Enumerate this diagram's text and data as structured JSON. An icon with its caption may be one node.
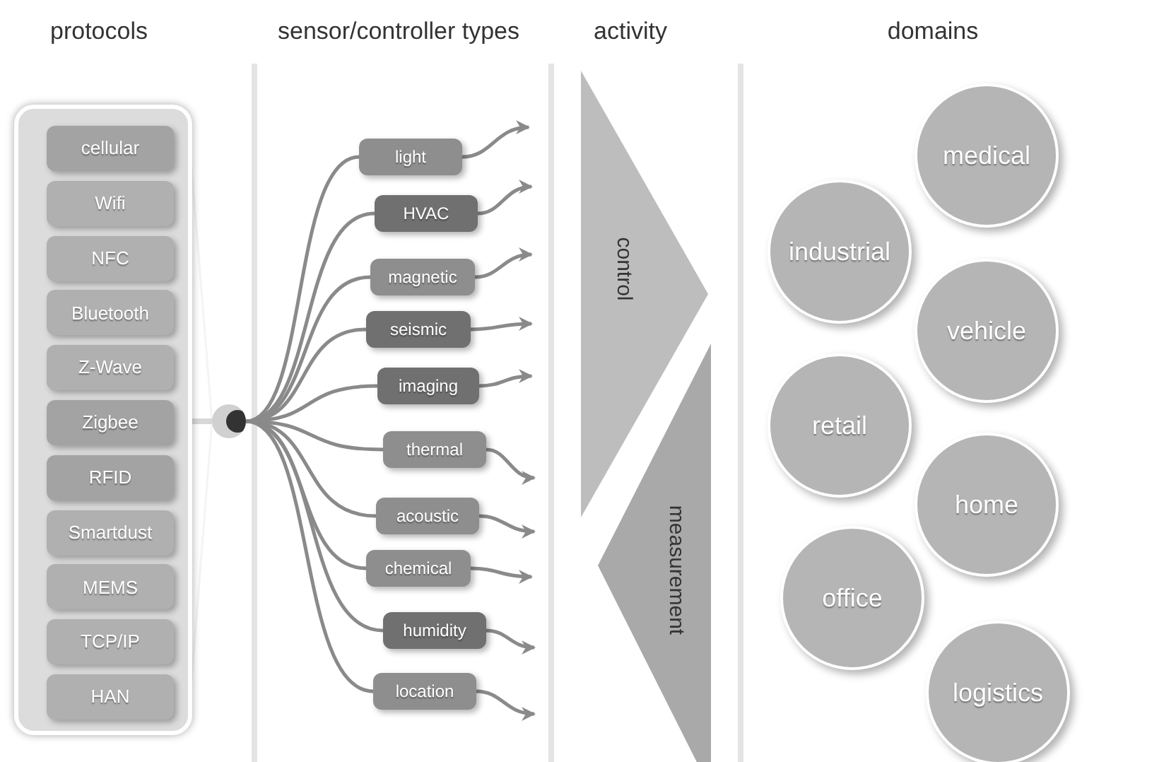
{
  "diagram": {
    "nodes": [
      {
        "text": [],
        "shape": "box"
      },
      {
        "text": [
          "cellular"
        ],
        "in": 0
      },
      {
        "text": [
          "Wifi"
        ],
        "in": 0
      },
      {
        "text": [
          "NFC"
        ],
        "in": 0
      },
      {
        "text": [
          "Bluetooth"
        ],
        "in": 0
      },
      {
        "text": [
          "Z-Wave"
        ],
        "in": 0
      },
      {
        "text": [
          "Zigbee"
        ],
        "in": 0
      },
      {
        "text": [
          "RFID"
        ],
        "in": 0
      },
      {
        "text": [
          "Smartdust"
        ],
        "in": 0
      },
      {
        "text": [
          "MEMS"
        ],
        "in": 0
      },
      {
        "text": [
          "TCP/IP"
        ],
        "in": 0
      },
      {
        "text": [
          "HAN"
        ],
        "in": 0
      },
      {
        "text": [],
        "shape": "circle"
      },
      {
        "text": [
          "light"
        ]
      },
      {
        "text": [
          "HVAC"
        ]
      },
      {
        "text": [
          "magnetic"
        ]
      },
      {
        "text": [
          "seismic"
        ]
      },
      {
        "text": [
          "imaging"
        ]
      },
      {
        "text": [
          "thermal"
        ]
      },
      {
        "text": [
          "acoustic"
        ]
      },
      {
        "text": [
          "chemical"
        ]
      },
      {
        "text": [
          "humidity"
        ]
      },
      {
        "text": [
          "location"
        ]
      },
      {
        "text": [
          "control"
        ]
      },
      {
        "text": [
          "measurement"
        ]
      },
      {
        "text": [
          "medical"
        ]
      },
      {
        "text": [
          "industrial"
        ]
      },
      {
        "text": [
          "vehicle"
        ]
      },
      {
        "text": [
          "retail"
        ]
      },
      {
        "text": [
          "home"
        ]
      },
      {
        "text": [
          "office"
        ]
      },
      {
        "text": [
          "logistics"
        ]
      }
    ],
    "edges": [
      {
        "from": 0,
        "to": 12,
        "arrow": "none"
      },
      {
        "from": 12,
        "to": 13,
        "arrow": "none"
      },
      {
        "from": 13,
        "to": null,
        "arrow": "to"
      },
      {
        "from": 12,
        "to": 14,
        "arrow": "none"
      },
      {
        "from": 14,
        "to": null,
        "arrow": "to"
      },
      {
        "from": 12,
        "to": 15,
        "arrow": "none"
      },
      {
        "from": 15,
        "to": null,
        "arrow": "to"
      },
      {
        "from": 12,
        "to": 16,
        "arrow": "none"
      },
      {
        "from": 16,
        "to": null,
        "arrow": "to"
      },
      {
        "from": 12,
        "to": 17,
        "arrow": "none"
      },
      {
        "from": 17,
        "to": null,
        "arrow": "to"
      },
      {
        "from": 12,
        "to": 18,
        "arrow": "none"
      },
      {
        "from": 18,
        "to": null,
        "arrow": "to"
      },
      {
        "from": 12,
        "to": 19,
        "arrow": "none"
      },
      {
        "from": 19,
        "to": null,
        "arrow": "to"
      },
      {
        "from": 12,
        "to": 20,
        "arrow": "none"
      },
      {
        "from": 20,
        "to": null,
        "arrow": "to"
      },
      {
        "from": 12,
        "to": 21,
        "arrow": "none"
      },
      {
        "from": 21,
        "to": null,
        "arrow": "to"
      },
      {
        "from": 12,
        "to": 22,
        "arrow": "none"
      },
      {
        "from": 22,
        "to": null,
        "arrow": "to"
      }
    ],
    "labels": [
      "protocols",
      "sensor/controller types",
      "activity",
      "domains"
    ]
  }
}
